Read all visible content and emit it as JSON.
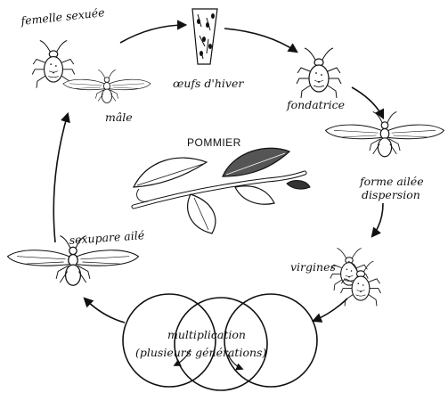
{
  "diagram": {
    "center_label": "POMMIER",
    "stages": {
      "femelle_sexuee": "femelle sexuée",
      "male": "mâle",
      "oeufs_hiver": "œufs d'hiver",
      "fondatrice": "fondatrice",
      "forme_ailee_line1": "forme ailée",
      "forme_ailee_line2": "dispersion",
      "virgines": "virgines",
      "sexupare_aile": "sexupare ailé",
      "multiplication_line1": "multiplication",
      "multiplication_line2": "(plusieurs générations)"
    },
    "colors": {
      "ink": "#111111",
      "background": "#ffffff"
    }
  }
}
